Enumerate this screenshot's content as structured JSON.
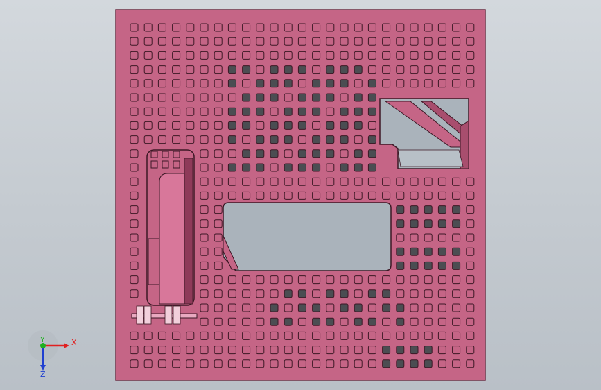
{
  "colors": {
    "background_top": "#d3d8dd",
    "plate": "#c56586",
    "plate_edge": "#6e2f45",
    "hole_stroke": "#3c1825",
    "hole_dark": "#4b4d52",
    "cutout": "#aab3bb",
    "axis_x": "#e02020",
    "axis_y": "#20b020",
    "axis_z": "#2040d0"
  },
  "triad": {
    "x_label": "X",
    "y_label": "Y",
    "z_label": "Z"
  }
}
